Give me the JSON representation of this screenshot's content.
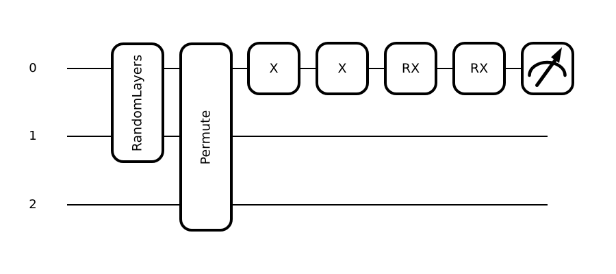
{
  "diagram": {
    "type": "quantum-circuit",
    "background_color": "#ffffff",
    "ink_color": "#000000"
  },
  "wires": [
    {
      "label": "0"
    },
    {
      "label": "1"
    },
    {
      "label": "2"
    }
  ],
  "gates": [
    {
      "label": "RandomLayers",
      "wires": [
        0,
        1
      ],
      "text_orientation": "vertical"
    },
    {
      "label": "Permute",
      "wires": [
        0,
        1,
        2
      ],
      "text_orientation": "vertical"
    },
    {
      "label": "X",
      "wires": [
        0
      ]
    },
    {
      "label": "X",
      "wires": [
        0
      ]
    },
    {
      "label": "RX",
      "wires": [
        0
      ]
    },
    {
      "label": "RX",
      "wires": [
        0
      ]
    }
  ],
  "measurement": {
    "icon": "measurement-gauge-icon",
    "wire": 0
  }
}
